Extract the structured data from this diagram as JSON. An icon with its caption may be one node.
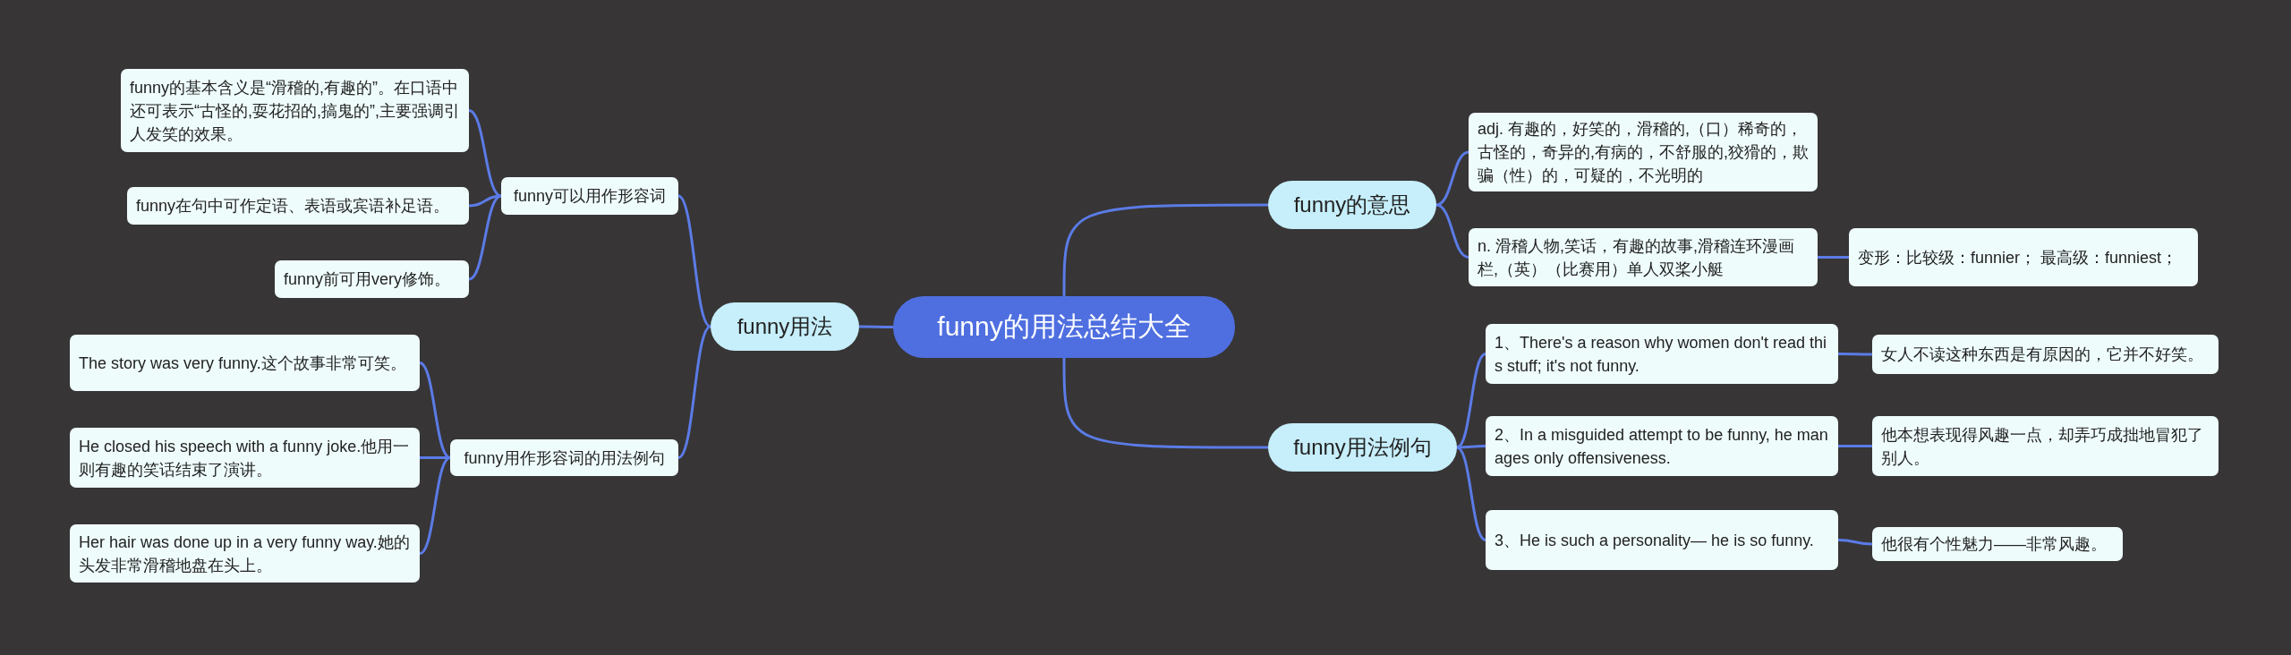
{
  "diagram": {
    "nodes": [
      {
        "text": [
          "funny的用法总结大全"
        ]
      },
      {
        "text": [
          "funny的意思"
        ]
      },
      {
        "text": [
          "adj. 有趣的，好笑的，滑稽的,（口）稀奇的，古怪的，奇异的,有病的，不舒服的,狡猾的，欺骗（性）的，可疑的，不光明的"
        ]
      },
      {
        "text": [
          "n. 滑稽人物,笑话，有趣的故事,滑稽连环漫画栏,（英）（比赛用）单人双桨小艇"
        ]
      },
      {
        "text": [
          "变形：比较级：funnier； 最高级：funniest；"
        ]
      },
      {
        "text": [
          "funny用法例句"
        ]
      },
      {
        "text": [
          "1、There's a reason why women don't read this stuff; it's not funny."
        ]
      },
      {
        "text": [
          "女人不读这种东西是有原因的，它并不好笑。"
        ]
      },
      {
        "text": [
          "2、In a misguided attempt to be funny, he manages only offensiveness."
        ]
      },
      {
        "text": [
          "他本想表现得风趣一点，却弄巧成拙地冒犯了别人。"
        ]
      },
      {
        "text": [
          "3、He is such a personality— he is so funny."
        ]
      },
      {
        "text": [
          "他很有个性魅力——非常风趣。"
        ]
      },
      {
        "text": [
          "funny用法"
        ]
      },
      {
        "text": [
          "funny可以用作形容词"
        ]
      },
      {
        "text": [
          "funny的基本含义是“滑稽的,有趣的”。在口语中还可表示“古怪的,耍花招的,搞鬼的”,主要强调引人发笑的效果。"
        ]
      },
      {
        "text": [
          "funny在句中可作定语、表语或宾语补足语。"
        ]
      },
      {
        "text": [
          "funny前可用very修饰。"
        ]
      },
      {
        "text": [
          "funny用作形容词的用法例句"
        ]
      },
      {
        "text": [
          "The story was very funny.这个故事非常可笑。"
        ]
      },
      {
        "text": [
          "He closed his speech with a funny joke.他用一则有趣的笑话结束了演讲。"
        ]
      },
      {
        "text": [
          "Her hair was done up in a very funny way.她的头发非常滑稽地盘在头上。"
        ]
      }
    ],
    "edges": [
      {
        "from": 0,
        "to": 1,
        "arrow": "none"
      },
      {
        "from": 1,
        "to": 2,
        "arrow": "none"
      },
      {
        "from": 1,
        "to": 3,
        "arrow": "none"
      },
      {
        "from": 3,
        "to": 4,
        "arrow": "none"
      },
      {
        "from": 0,
        "to": 5,
        "arrow": "none"
      },
      {
        "from": 5,
        "to": 6,
        "arrow": "none"
      },
      {
        "from": 6,
        "to": 7,
        "arrow": "none"
      },
      {
        "from": 5,
        "to": 8,
        "arrow": "none"
      },
      {
        "from": 8,
        "to": 9,
        "arrow": "none"
      },
      {
        "from": 5,
        "to": 10,
        "arrow": "none"
      },
      {
        "from": 10,
        "to": 11,
        "arrow": "none"
      },
      {
        "from": 0,
        "to": 12,
        "arrow": "none"
      },
      {
        "from": 12,
        "to": 13,
        "arrow": "none"
      },
      {
        "from": 13,
        "to": 14,
        "arrow": "none"
      },
      {
        "from": 13,
        "to": 15,
        "arrow": "none"
      },
      {
        "from": 13,
        "to": 16,
        "arrow": "none"
      },
      {
        "from": 12,
        "to": 17,
        "arrow": "none"
      },
      {
        "from": 17,
        "to": 18,
        "arrow": "none"
      },
      {
        "from": 17,
        "to": 19,
        "arrow": "none"
      },
      {
        "from": 17,
        "to": 20,
        "arrow": "none"
      }
    ]
  }
}
